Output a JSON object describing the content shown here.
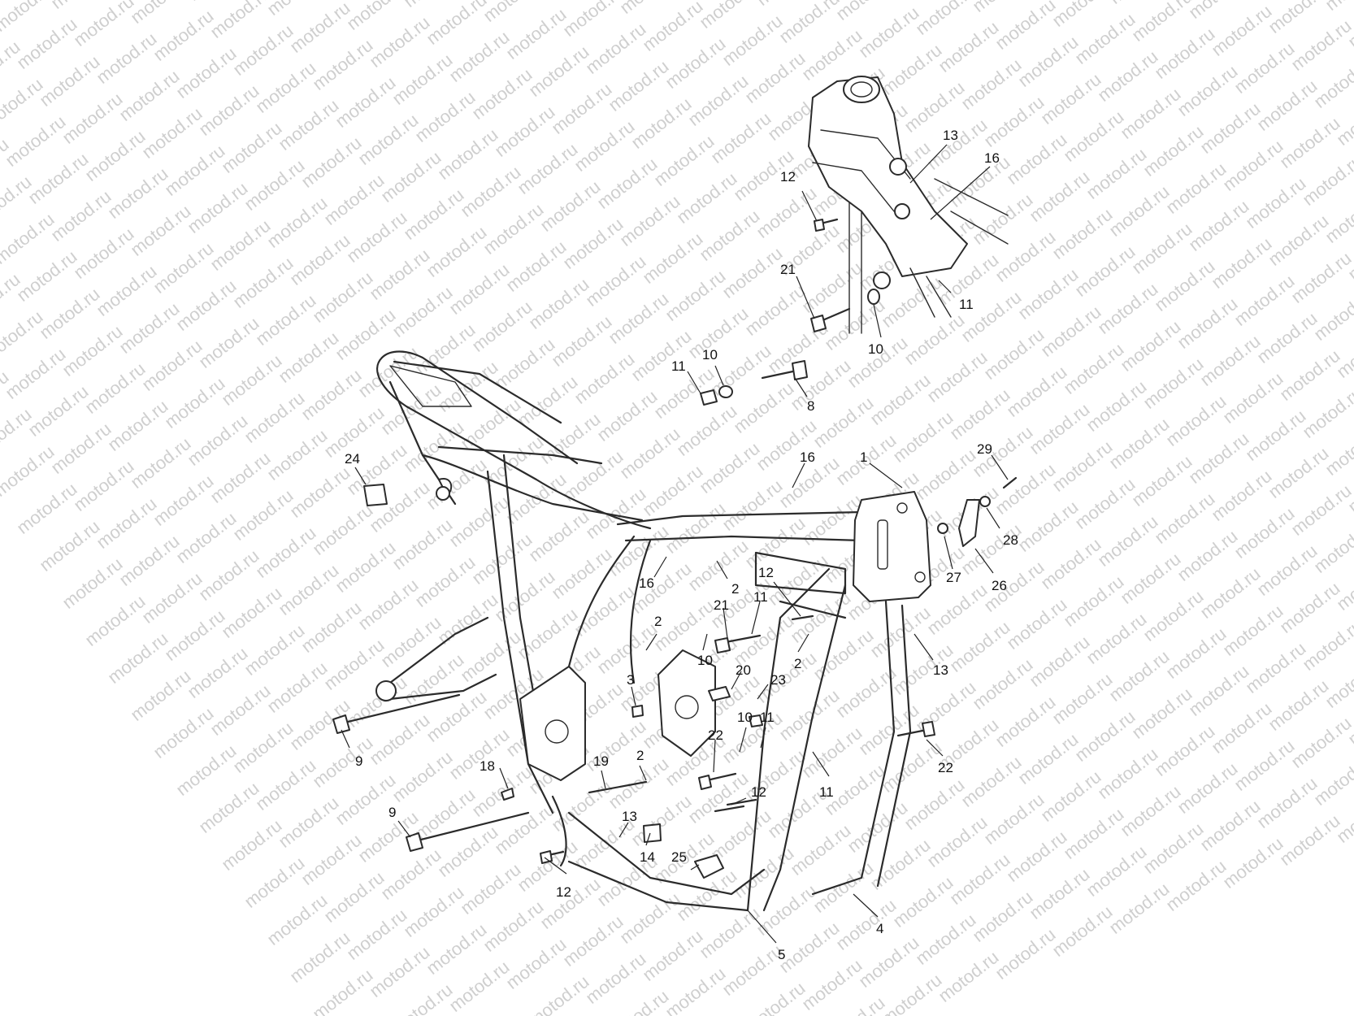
{
  "watermark": {
    "text": "motod.ru"
  },
  "callouts": [
    {
      "id": "c1",
      "label": "1"
    },
    {
      "id": "c2a",
      "label": "2"
    },
    {
      "id": "c2b",
      "label": "2"
    },
    {
      "id": "c2c",
      "label": "2"
    },
    {
      "id": "c2d",
      "label": "2"
    },
    {
      "id": "c3",
      "label": "3"
    },
    {
      "id": "c4",
      "label": "4"
    },
    {
      "id": "c5",
      "label": "5"
    },
    {
      "id": "c8",
      "label": "8"
    },
    {
      "id": "c9a",
      "label": "9"
    },
    {
      "id": "c9b",
      "label": "9"
    },
    {
      "id": "c10a",
      "label": "10"
    },
    {
      "id": "c10b",
      "label": "10"
    },
    {
      "id": "c10c",
      "label": "10"
    },
    {
      "id": "c10d",
      "label": "10"
    },
    {
      "id": "c11a",
      "label": "11"
    },
    {
      "id": "c11b",
      "label": "11"
    },
    {
      "id": "c11c",
      "label": "11"
    },
    {
      "id": "c11d",
      "label": "11"
    },
    {
      "id": "c11e",
      "label": "11"
    },
    {
      "id": "c12a",
      "label": "12"
    },
    {
      "id": "c12b",
      "label": "12"
    },
    {
      "id": "c12c",
      "label": "12"
    },
    {
      "id": "c12d",
      "label": "12"
    },
    {
      "id": "c13a",
      "label": "13"
    },
    {
      "id": "c13b",
      "label": "13"
    },
    {
      "id": "c13c",
      "label": "13"
    },
    {
      "id": "c14",
      "label": "14"
    },
    {
      "id": "c16a",
      "label": "16"
    },
    {
      "id": "c16b",
      "label": "16"
    },
    {
      "id": "c16c",
      "label": "16"
    },
    {
      "id": "c18",
      "label": "18"
    },
    {
      "id": "c19",
      "label": "19"
    },
    {
      "id": "c20",
      "label": "20"
    },
    {
      "id": "c21a",
      "label": "21"
    },
    {
      "id": "c21b",
      "label": "21"
    },
    {
      "id": "c22a",
      "label": "22"
    },
    {
      "id": "c22b",
      "label": "22"
    },
    {
      "id": "c23",
      "label": "23"
    },
    {
      "id": "c24",
      "label": "24"
    },
    {
      "id": "c25",
      "label": "25"
    },
    {
      "id": "c26",
      "label": "26"
    },
    {
      "id": "c27",
      "label": "27"
    },
    {
      "id": "c28",
      "label": "28"
    },
    {
      "id": "c29",
      "label": "29"
    }
  ]
}
